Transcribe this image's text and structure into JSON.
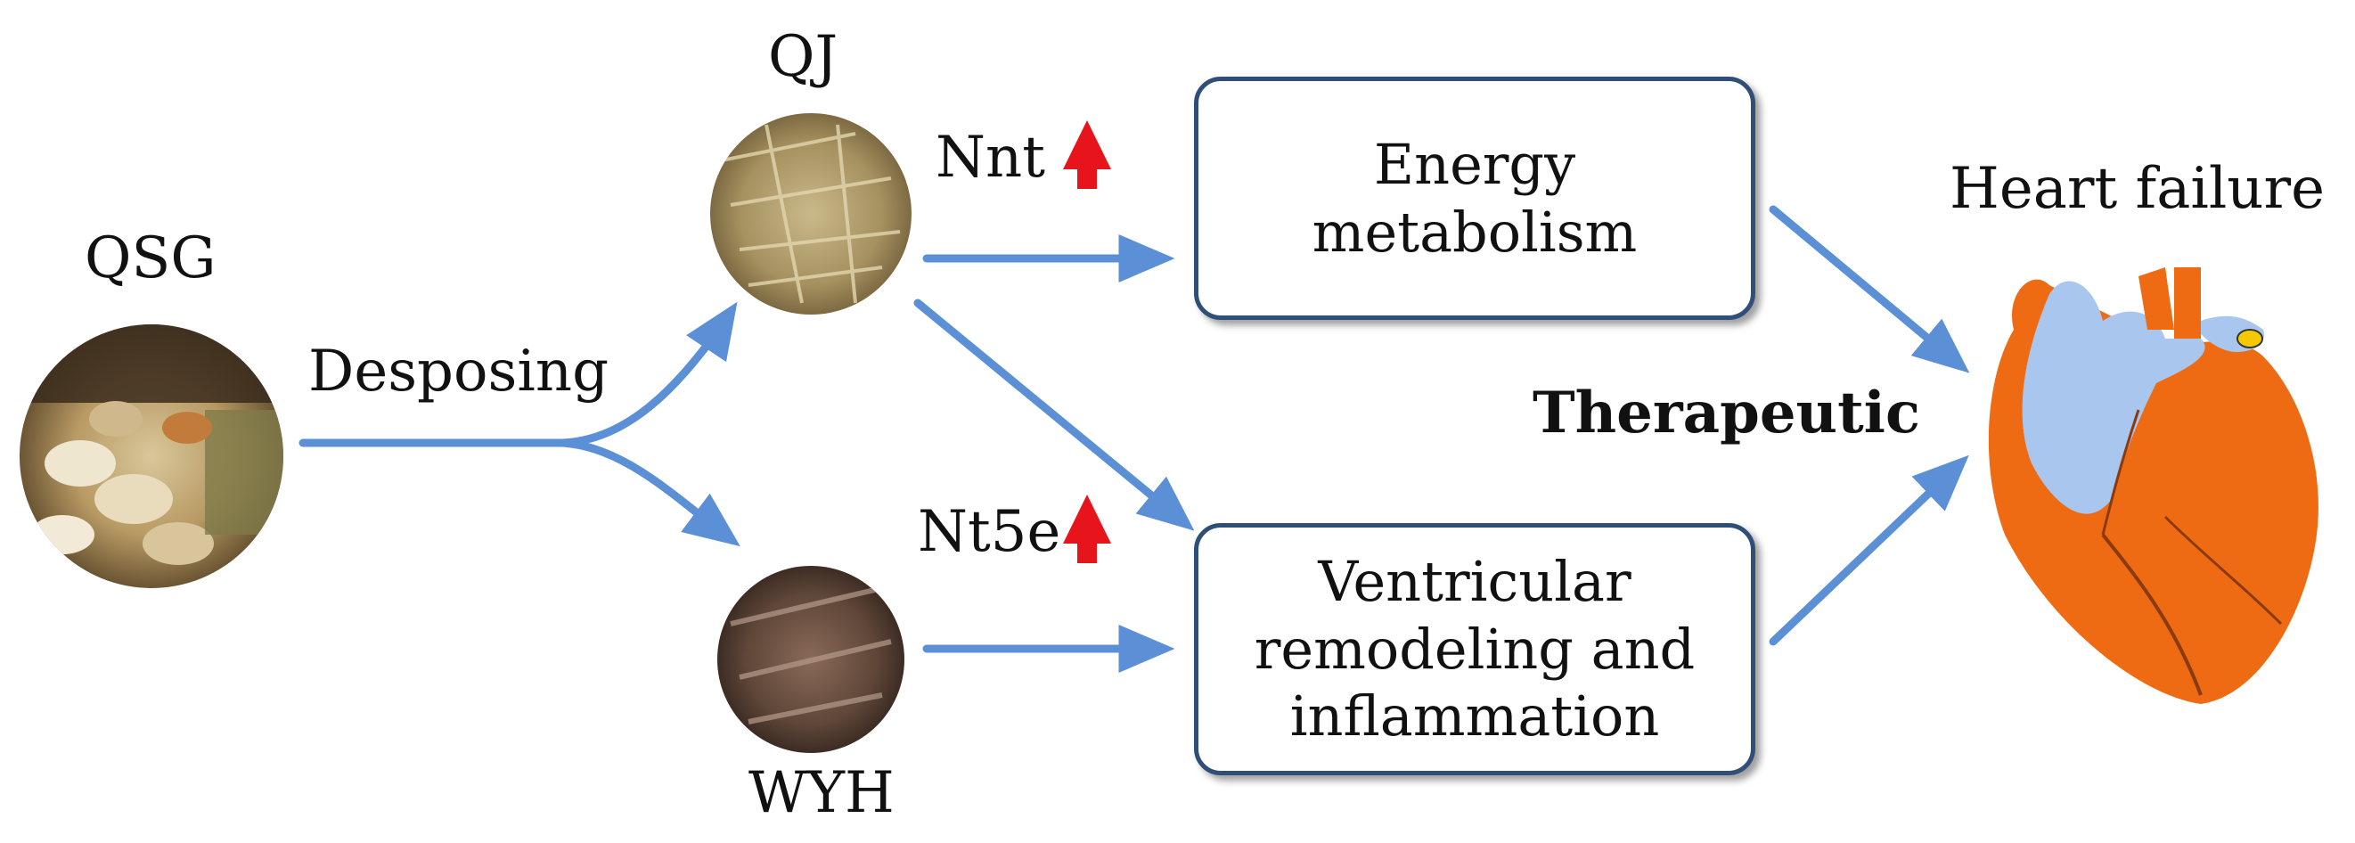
{
  "nodes": {
    "qsg": "QSG",
    "qj": "QJ",
    "wyh": "WYH",
    "heart_failure": "Heart failure"
  },
  "edges": {
    "desposing": "Desposing",
    "nnt": "Nnt",
    "nt5e": "Nt5e",
    "therapeutic": "Therapeutic"
  },
  "boxes": {
    "energy": [
      "Energy",
      "metabolism"
    ],
    "ventricular": [
      "Ventricular",
      "remodeling and",
      "inflammation"
    ]
  },
  "colors": {
    "arrow": "#5b8fd6",
    "box_border": "#2f4f78",
    "up_arrow": "#e8141b",
    "heart_orange": "#ee6b13",
    "heart_blue": "#a8c6ee"
  },
  "icons": [
    "up-arrow-icon",
    "heart-icon"
  ]
}
